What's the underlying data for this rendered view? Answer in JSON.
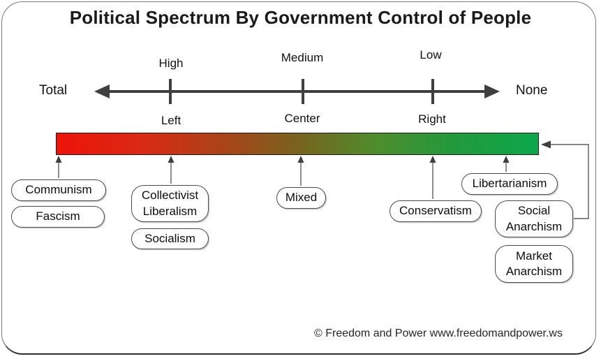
{
  "title": "Political Spectrum By Government Control of People",
  "axis": {
    "left_label": "Total",
    "right_label": "None",
    "scale_labels": [
      {
        "top": "High",
        "bottom": "Left"
      },
      {
        "top": "Medium",
        "bottom": "Center"
      },
      {
        "top": "Low",
        "bottom": "Right"
      }
    ]
  },
  "spectrum_bar": {
    "left_color": "#ee1309",
    "middle_color": "#79621f",
    "right_color": "#0ca74b",
    "meaning": "government control from Total (red) to None (green)"
  },
  "ideologies": [
    {
      "label": "Communism"
    },
    {
      "label": "Fascism"
    },
    {
      "label": "Collectivist Liberalism"
    },
    {
      "label": "Socialism"
    },
    {
      "label": "Mixed"
    },
    {
      "label": "Conservatism"
    },
    {
      "label": "Libertarianism"
    },
    {
      "label": "Social Anarchism"
    },
    {
      "label": "Market Anarchism"
    }
  ],
  "footer": {
    "credit": "© Freedom and Power www.freedomandpower.ws"
  }
}
